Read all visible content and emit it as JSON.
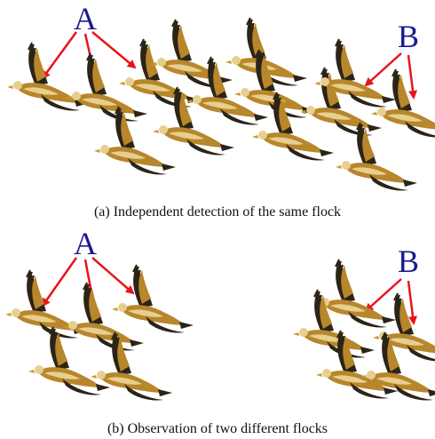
{
  "panel_a": {
    "caption": "(a) Independent detection of the same flock",
    "label_a": "A",
    "label_b": "B"
  },
  "panel_b": {
    "caption": "(b) Observation of two different flocks",
    "label_a": "A",
    "label_b": "B"
  },
  "colors": {
    "label": "#1a1a8c",
    "arrow": "#e8141b",
    "bird_dark": "#2b2417",
    "bird_body": "#b8862b",
    "bird_light": "#e6cf8f"
  },
  "icons": {
    "bird": "eagle-icon",
    "arrow": "arrow-icon"
  }
}
